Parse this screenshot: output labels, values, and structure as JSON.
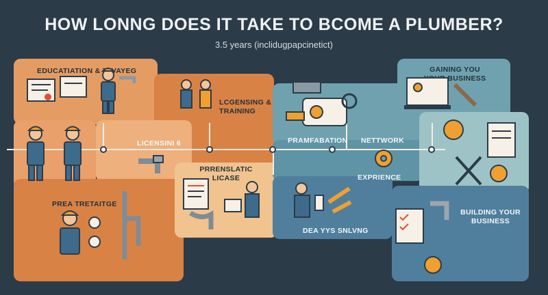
{
  "header": {
    "title": "HOW LONNG DOES IT TAKE TO BCOME A PLUMBER?",
    "subtitle": "3.5 years (inclidugpapcinetict)"
  },
  "stages": {
    "education": "EDUCATIATION & TAVAYEG",
    "licensing_training": "LCGENSING & TRAINING",
    "licensing": "LICENSINI 6",
    "prerequisite": "PREA TRETAITGE",
    "presentation_license": "PRRENSLATIC LICASE",
    "preparation": "PRAMFABATION",
    "network": "NETTWORK",
    "experience": "EXPRIENCE",
    "daily_solving": "DEA YYS SNLVNG",
    "gaining_business": "GAINING YOU YOUR BUSINESS",
    "building_business": "BUILDING YOUR BUSINESS"
  },
  "colors": {
    "background": "#2c3b48",
    "orange": "#d98245",
    "light_orange": "#e9a06a",
    "tan": "#f0c38f",
    "teal": "#6fa2ae",
    "blue": "#4f7f9c",
    "light_teal": "#9dc3c6"
  }
}
